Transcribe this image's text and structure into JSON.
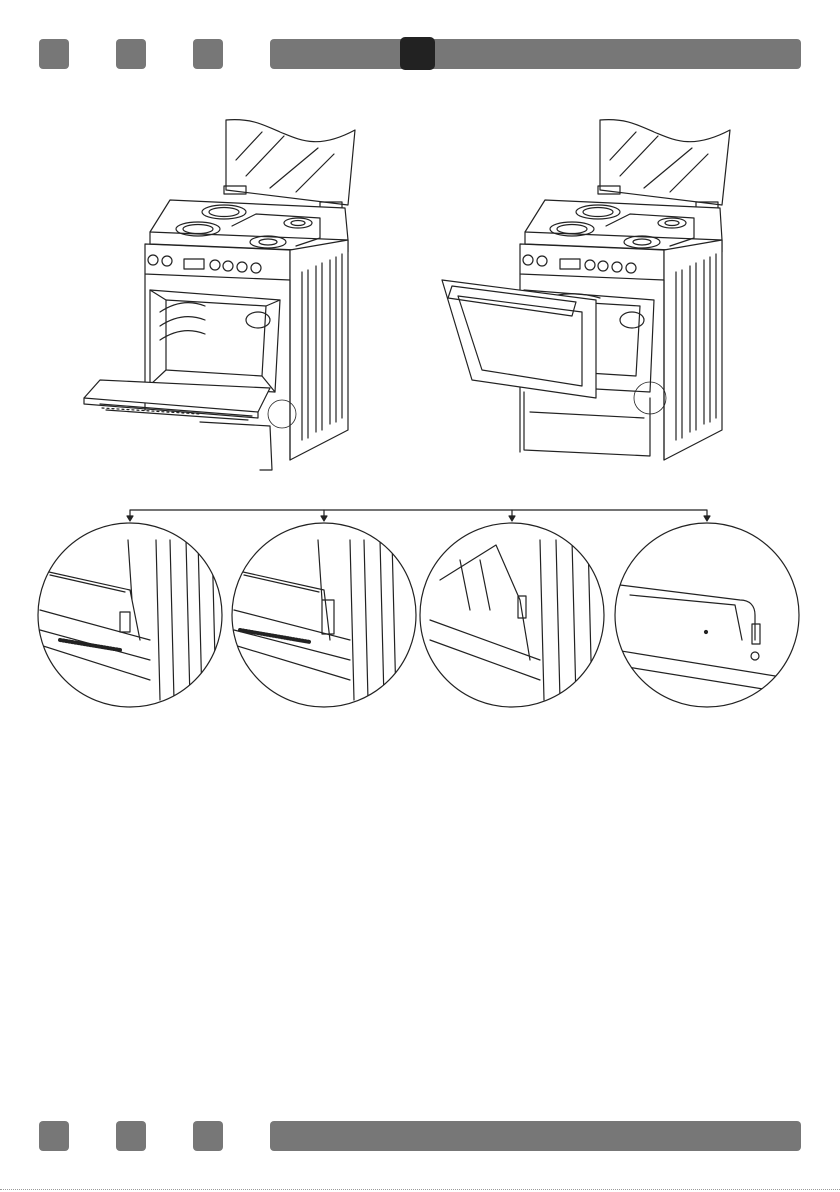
{
  "colors": {
    "bar_gray": "#777777",
    "marker_dark": "#222222",
    "line": "#222222",
    "background": "#ffffff"
  },
  "header": {
    "squares": 3,
    "page_marker_visible": true
  },
  "figure": {
    "left_view": "oven-door-removed-view",
    "right_view": "oven-door-tilted-view",
    "detail_circles": 4
  },
  "footer": {
    "squares": 3
  }
}
